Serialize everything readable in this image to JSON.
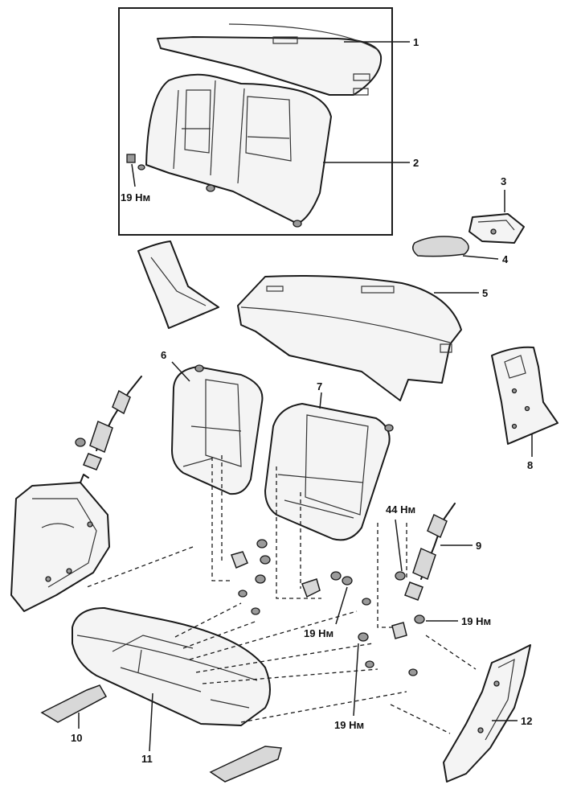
{
  "callouts": {
    "c1": "1",
    "c2": "2",
    "c3": "3",
    "c4": "4",
    "c5": "5",
    "c6": "6",
    "c7": "7",
    "c8": "8",
    "c9": "9",
    "c10": "10",
    "c11": "11",
    "c12": "12"
  },
  "torques": {
    "t_inset": "19 Нм",
    "t_44": "44 Нм",
    "t_19_right": "19 Нм",
    "t_19_mid": "19 Нм",
    "t_19_bottom": "19 Нм"
  }
}
